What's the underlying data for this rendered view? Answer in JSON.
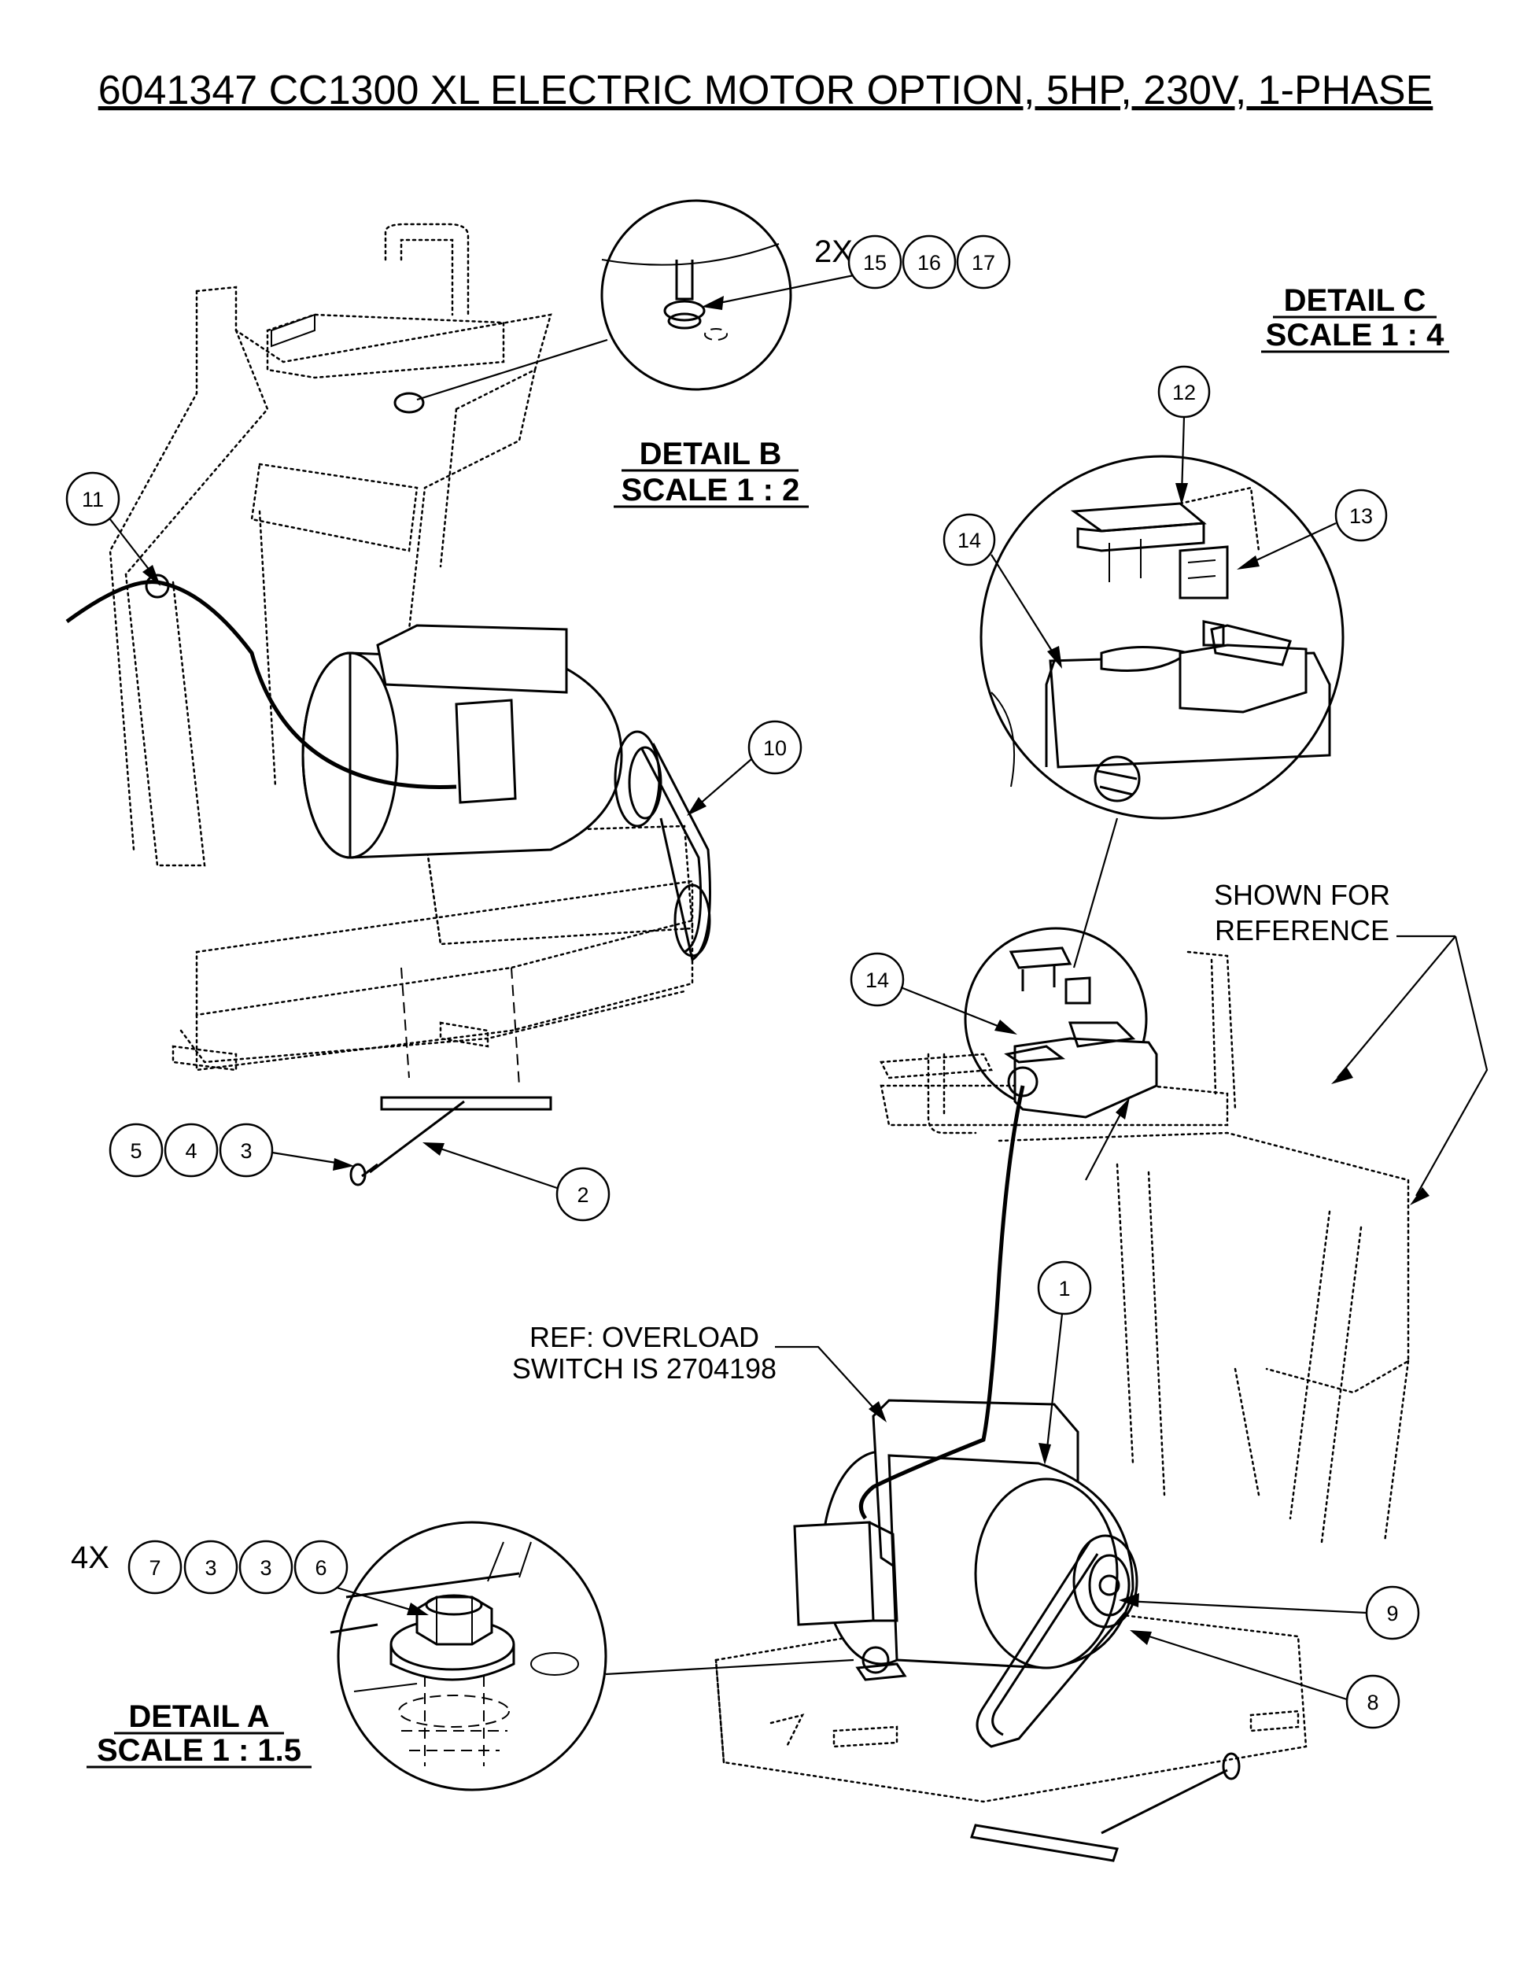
{
  "title": "6041347 CC1300 XL ELECTRIC MOTOR OPTION, 5HP, 230V, 1-PHASE",
  "details": {
    "a": {
      "name": "DETAIL A",
      "scale": "SCALE 1 : 1.5"
    },
    "b": {
      "name": "DETAIL B",
      "scale": "SCALE 1 : 2"
    },
    "c": {
      "name": "DETAIL C",
      "scale": "SCALE 1 : 4"
    }
  },
  "notes": {
    "reference": [
      "SHOWN FOR",
      "REFERENCE"
    ],
    "overload": [
      "REF:  OVERLOAD",
      "SWITCH IS 2704198"
    ]
  },
  "multipliers": {
    "detail_b": "2X",
    "detail_a": "4X"
  },
  "balloons": {
    "b1": "15",
    "b2": "16",
    "b3": "17",
    "a1": "7",
    "a2": "3",
    "a3": "3",
    "a4": "6",
    "c1": "5",
    "c2": "4",
    "c3": "3",
    "c4": "2",
    "n1": "1",
    "n8": "8",
    "n9": "9",
    "n10": "10",
    "n11": "11",
    "n12": "12",
    "n13": "13",
    "n14a": "14",
    "n14b": "14"
  }
}
